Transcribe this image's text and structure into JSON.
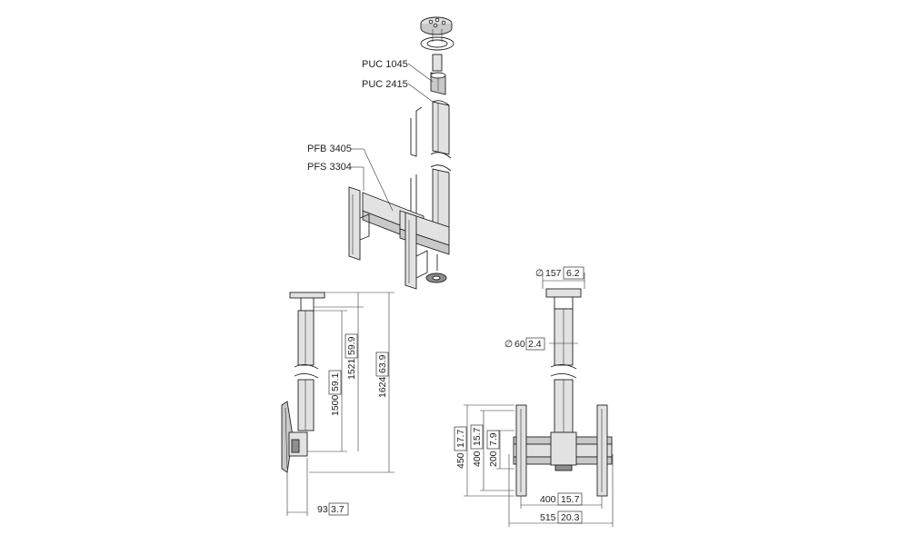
{
  "parts": {
    "puc1045": "PUC 1045",
    "puc2415": "PUC 2415",
    "pfb3405": "PFB 3405",
    "pfs3304": "PFS 3304"
  },
  "side_view": {
    "h1500_mm": "1500",
    "h1500_in": "59.1",
    "h1521_mm": "1521",
    "h1521_in": "59.9",
    "h1624_mm": "1624",
    "h1624_in": "63.9",
    "d93_mm": "93",
    "d93_in": "3.7"
  },
  "front_view": {
    "plate_symbol": "∅",
    "plate_mm": "157",
    "plate_in": "6.2",
    "pole_symbol": "∅",
    "pole_mm": "60",
    "pole_in": "2.4",
    "h450_mm": "450",
    "h450_in": "17.7",
    "h400_mm": "400",
    "h400_in": "15.7",
    "h200_mm": "200",
    "h200_in": "7.9",
    "w400_mm": "400",
    "w400_in": "15.7",
    "w515_mm": "515",
    "w515_in": "20.3"
  }
}
